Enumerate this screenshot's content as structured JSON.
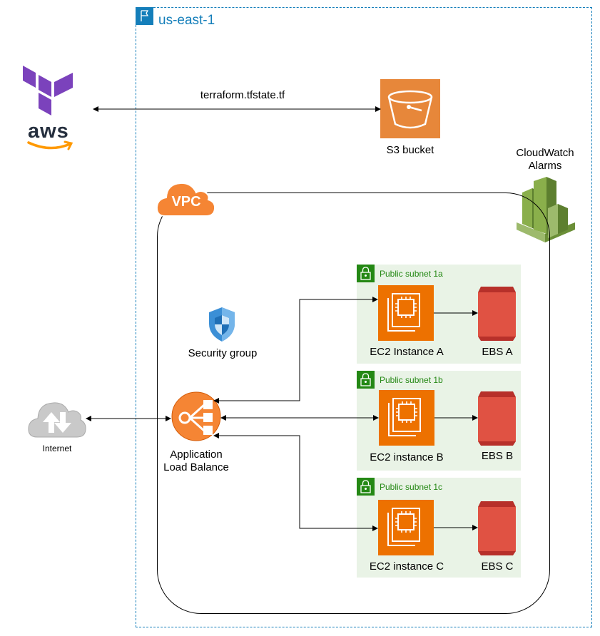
{
  "region": {
    "label": "us-east-1"
  },
  "state_link": {
    "label": "terraform.tfstate.tf"
  },
  "s3": {
    "label": "S3 bucket"
  },
  "cloudwatch": {
    "line1": "CloudWatch",
    "line2": "Alarms"
  },
  "vpc": {
    "badge": "VPC"
  },
  "security_group": {
    "label": "Security group"
  },
  "internet": {
    "label": "Internet"
  },
  "alb": {
    "line1": "Application",
    "line2": "Load Balance"
  },
  "aws_logo": {
    "text": "aws"
  },
  "subnets": [
    {
      "title": "Public subnet 1a",
      "ec2_label": "EC2  Instance A",
      "ebs_label": "EBS A"
    },
    {
      "title": "Public subnet 1b",
      "ec2_label": "EC2 instance B",
      "ebs_label": "EBS B"
    },
    {
      "title": "Public subnet 1c",
      "ec2_label": "EC2 instance C",
      "ebs_label": "EBS C"
    }
  ],
  "colors": {
    "region": "#147eba",
    "subnet_bg": "#e9f3e6",
    "subnet_text": "#248814",
    "ec2": "#ed7100",
    "s3": "#e7873a",
    "ebs": "#e05243",
    "alb": "#f58534",
    "cloudwatch": "#759c3e",
    "terraform": "#7b42bc",
    "security_group": "#3b8fd6"
  }
}
